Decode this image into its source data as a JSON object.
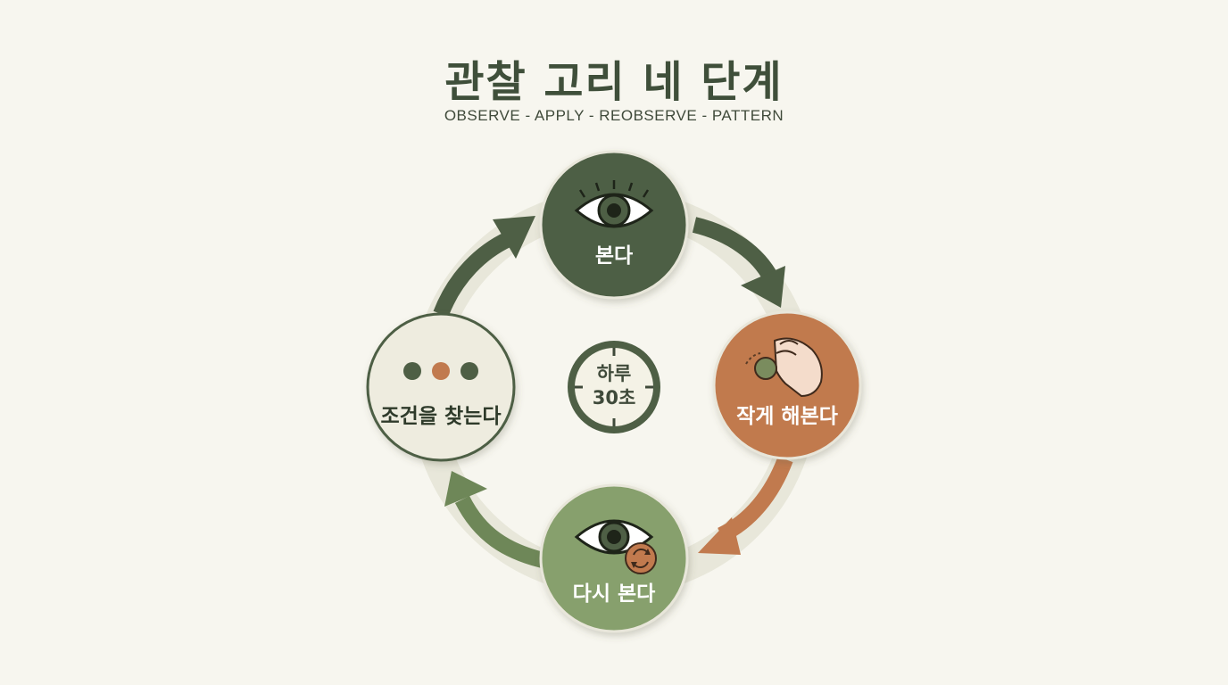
{
  "title": "관찰 고리 네 단계",
  "subtitle": "OBSERVE - APPLY - REOBSERVE - PATTERN",
  "center": {
    "line1": "하루",
    "line2": "30초"
  },
  "stages": [
    {
      "label": "본다",
      "icon": "eye-icon",
      "color": "#4e5f45"
    },
    {
      "label": "작게 해본다",
      "icon": "hand-pinch-icon",
      "color": "#c17a4e"
    },
    {
      "label": "다시 본다",
      "icon": "eye-refresh-icon",
      "color": "#87a06d"
    },
    {
      "label": "조건을 찾는다",
      "icon": "three-dots-icon",
      "color": "#eeecdf"
    }
  ],
  "colors": {
    "background": "#f7f6ef",
    "dark_green": "#4e5f45",
    "terracotta": "#c17a4e",
    "sage": "#87a06d",
    "cream": "#eeecdf",
    "text_dark": "#3f4f3a"
  }
}
